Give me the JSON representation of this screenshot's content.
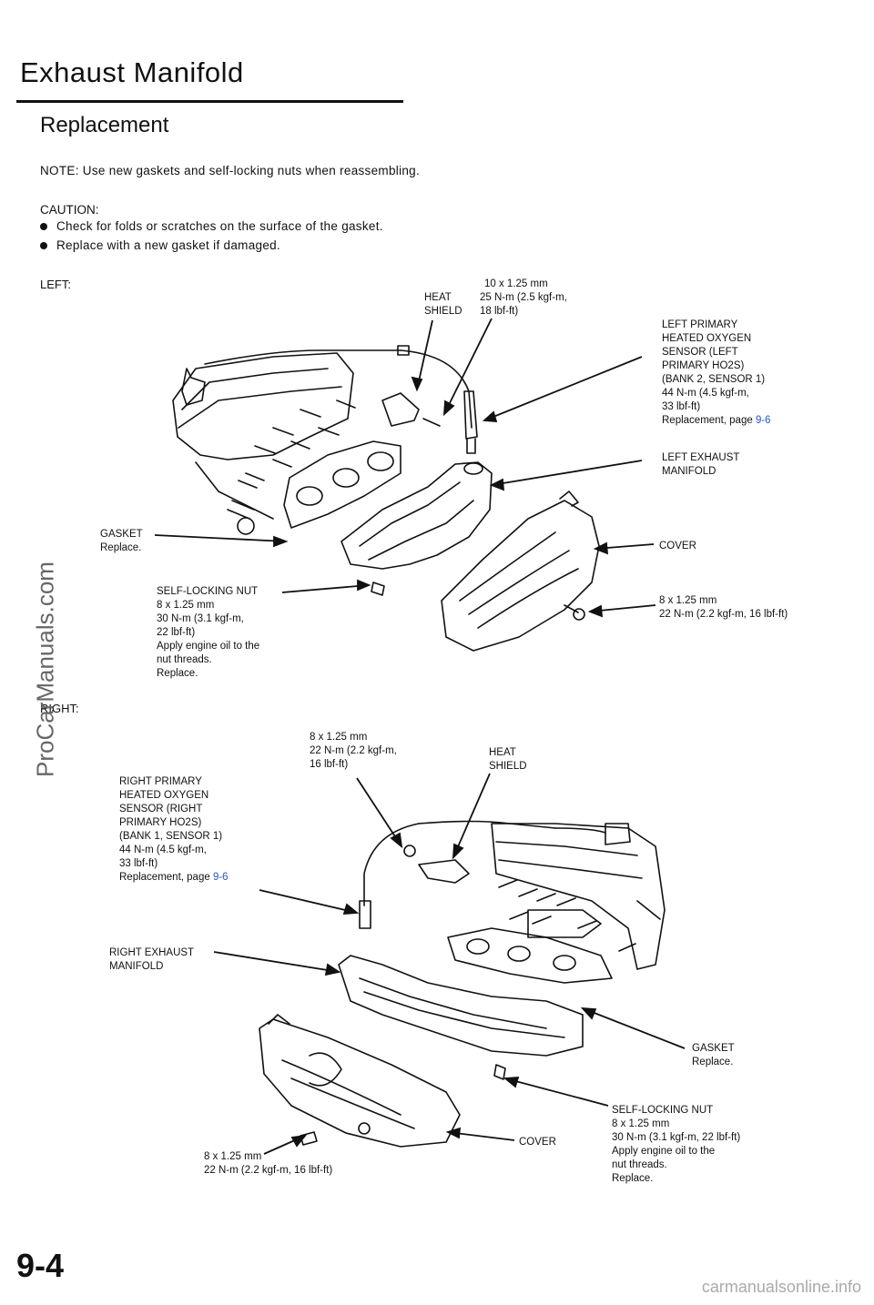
{
  "header": {
    "title": "Exhaust Manifold",
    "section": "Replacement"
  },
  "note": "NOTE:  Use new gaskets and self-locking nuts when reassembling.",
  "caution": {
    "heading": "CAUTION:",
    "items": [
      "Check for folds or scratches on the surface of the gasket.",
      "Replace with a new gasket if damaged."
    ]
  },
  "left": {
    "heading": "LEFT:",
    "heat_shield": [
      "HEAT",
      "SHIELD"
    ],
    "bolt_top": [
      "10 x 1.25 mm",
      "25 N-m (2.5 kgf-m,",
      "18 lbf-ft)"
    ],
    "sensor": [
      "LEFT PRIMARY",
      "HEATED OXYGEN",
      "SENSOR (LEFT",
      "PRIMARY HO2S)",
      "(BANK 2, SENSOR 1)",
      "44 N-m (4.5 kgf-m,",
      "33 lbf-ft)"
    ],
    "sensor_ref_text": "Replacement, page ",
    "sensor_ref_page": "9-6",
    "manifold": [
      "LEFT EXHAUST",
      "MANIFOLD"
    ],
    "gasket": [
      "GASKET",
      "Replace."
    ],
    "cover": "COVER",
    "nut": [
      "SELF-LOCKING NUT",
      "8 x 1.25 mm",
      "30 N-m (3.1 kgf-m,",
      "22 lbf-ft)",
      "Apply engine oil to the",
      "nut threads.",
      "Replace."
    ],
    "cover_bolt": [
      "8 x 1.25 mm",
      "22 N-m (2.2 kgf-m, 16 lbf-ft)"
    ]
  },
  "right": {
    "heading": "RIGHT:",
    "bolt_top": [
      "8 x 1.25 mm",
      "22 N-m (2.2 kgf-m,",
      "16 lbf-ft)"
    ],
    "heat_shield": [
      "HEAT",
      "SHIELD"
    ],
    "sensor": [
      "RIGHT PRIMARY",
      "HEATED OXYGEN",
      "SENSOR (RIGHT",
      "PRIMARY HO2S)",
      "(BANK 1, SENSOR 1)",
      "44 N-m (4.5 kgf-m,",
      "33 lbf-ft)"
    ],
    "sensor_ref_text": "Replacement, page ",
    "sensor_ref_page": "9-6",
    "manifold": [
      "RIGHT EXHAUST",
      "MANIFOLD"
    ],
    "gasket": [
      "GASKET",
      "Replace."
    ],
    "nut": [
      "SELF-LOCKING NUT",
      "8 x 1.25 mm",
      "30 N-m (3.1 kgf-m, 22 lbf-ft)",
      "Apply engine oil to the",
      "nut threads.",
      "Replace."
    ],
    "cover": "COVER",
    "cover_bolt": [
      "8 x 1.25 mm",
      "22 N-m (2.2 kgf-m, 16 lbf-ft)"
    ]
  },
  "page_number": "9-4",
  "watermark": "ProCarManuals.com",
  "footer": "carmanualsonline.info"
}
